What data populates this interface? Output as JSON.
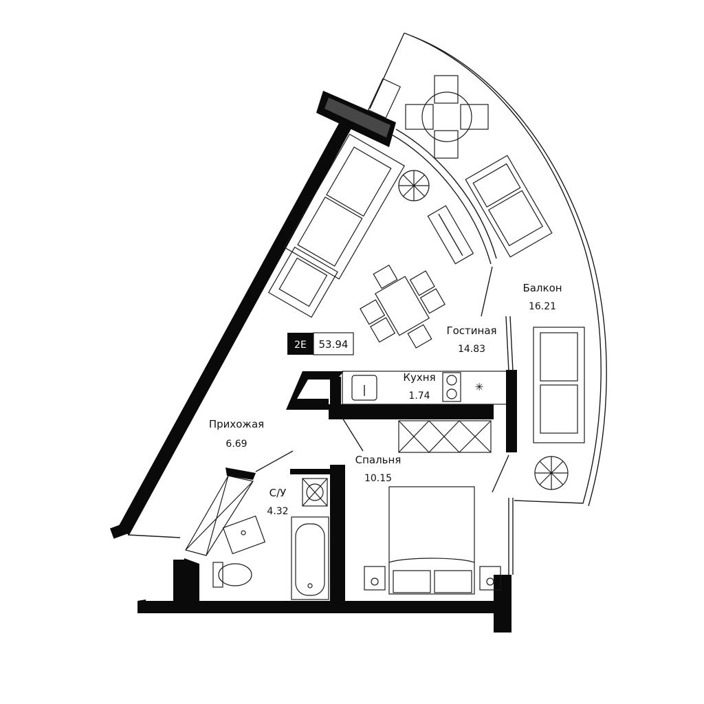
{
  "badge": {
    "type": "2E",
    "area": "53.94"
  },
  "rooms": {
    "living": {
      "name": "Гостиная",
      "area": "14.83"
    },
    "balcony": {
      "name": "Балкон",
      "area": "16.21"
    },
    "kitchen": {
      "name": "Кухня",
      "area": "1.74"
    },
    "hallway": {
      "name": "Прихожая",
      "area": "6.69"
    },
    "bedroom": {
      "name": "Спальня",
      "area": "10.15"
    },
    "bathroom": {
      "name": "С/У",
      "area": "4.32"
    }
  },
  "icons": [
    "plant-icon",
    "sofa-icon",
    "armchair-icon",
    "dining-table-icon",
    "bed-icon",
    "bathtub-icon",
    "toilet-icon",
    "sink-icon",
    "stove-icon",
    "sunlounger-icon",
    "washing-machine-icon"
  ]
}
